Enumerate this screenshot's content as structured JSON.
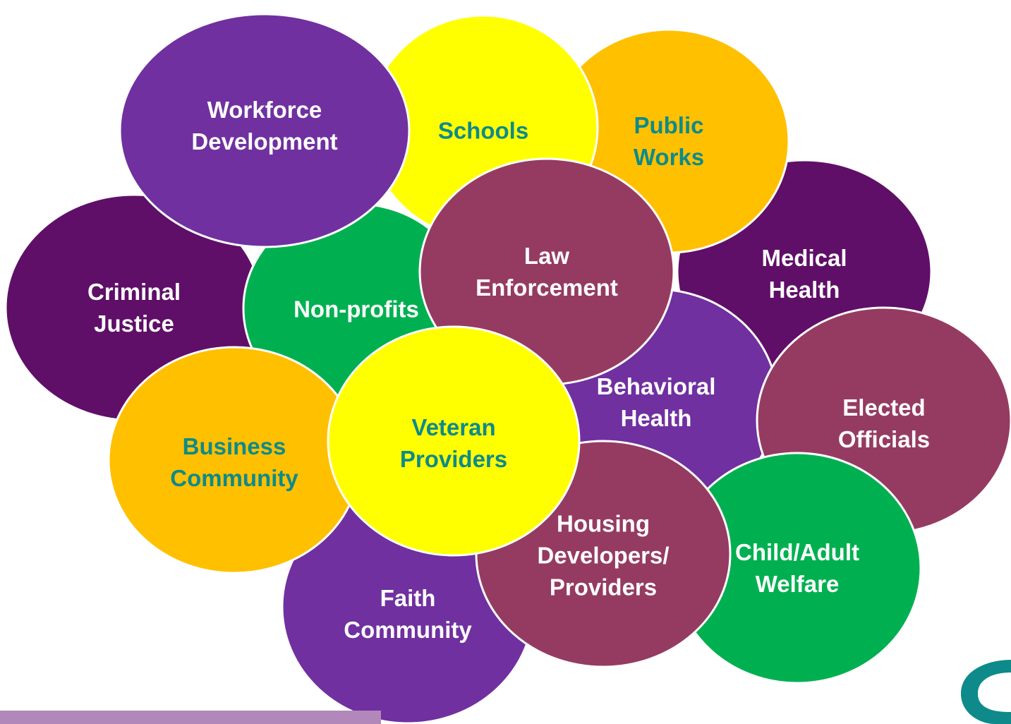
{
  "colors": {
    "purple": "#7030a0",
    "dark_purple": "#5f0f68",
    "maroon": "#953b62",
    "yellow": "#ffff00",
    "gold": "#ffc000",
    "green": "#00b050",
    "white_text": "#ffffff",
    "teal_text": "#0e8a8a",
    "accent_bar": "#b288bb",
    "logo": "#0e8a8a"
  },
  "bubbles": [
    {
      "id": "criminal-justice",
      "lines": [
        "Criminal",
        "Justice"
      ],
      "fill": "dark_purple",
      "text": "white_text"
    },
    {
      "id": "medical-health",
      "lines": [
        "Medical",
        "Health"
      ],
      "fill": "dark_purple",
      "text": "white_text"
    },
    {
      "id": "non-profits",
      "lines": [
        "Non-profits"
      ],
      "fill": "green",
      "text": "white_text"
    },
    {
      "id": "public-works",
      "lines": [
        "Public",
        "Works"
      ],
      "fill": "gold",
      "text": "teal_text"
    },
    {
      "id": "schools",
      "lines": [
        "Schools"
      ],
      "fill": "yellow",
      "text": "teal_text"
    },
    {
      "id": "workforce-development",
      "lines": [
        "Workforce",
        "Development"
      ],
      "fill": "purple",
      "text": "white_text"
    },
    {
      "id": "behavioral-health",
      "lines": [
        "Behavioral",
        "Health"
      ],
      "fill": "purple",
      "text": "white_text"
    },
    {
      "id": "law-enforcement",
      "lines": [
        "Law",
        "Enforcement"
      ],
      "fill": "maroon",
      "text": "white_text"
    },
    {
      "id": "elected-officials",
      "lines": [
        "Elected",
        "Officials"
      ],
      "fill": "maroon",
      "text": "white_text"
    },
    {
      "id": "faith-community",
      "lines": [
        "Faith",
        "Community"
      ],
      "fill": "purple",
      "text": "white_text"
    },
    {
      "id": "child-adult-welfare",
      "lines": [
        "Child/Adult",
        "Welfare"
      ],
      "fill": "green",
      "text": "white_text"
    },
    {
      "id": "business-community",
      "lines": [
        "Business",
        "Community"
      ],
      "fill": "gold",
      "text": "teal_text"
    },
    {
      "id": "housing-developers-providers",
      "lines": [
        "Housing",
        "Developers/",
        "Providers"
      ],
      "fill": "maroon",
      "text": "white_text"
    },
    {
      "id": "veteran-providers",
      "lines": [
        "Veteran",
        "Providers"
      ],
      "fill": "yellow",
      "text": "teal_text"
    }
  ]
}
